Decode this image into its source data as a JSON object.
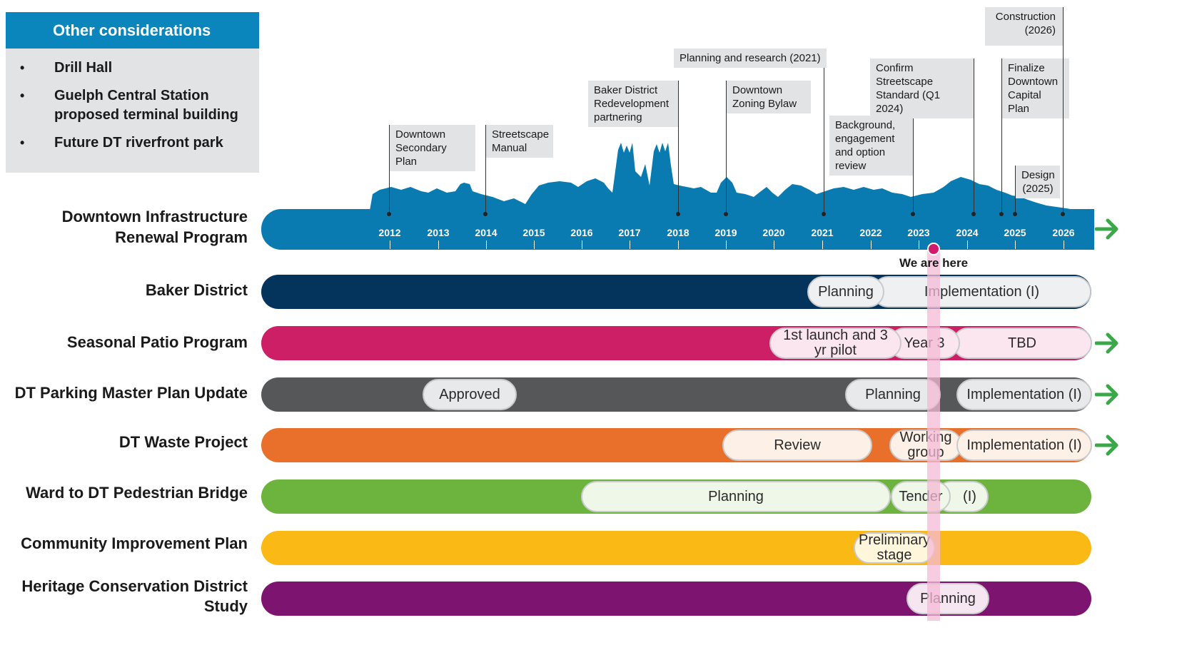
{
  "other_considerations": {
    "title": "Other considerations",
    "items": [
      "Drill Hall",
      "Guelph Central Station proposed terminal building",
      "Future DT riverfront park"
    ]
  },
  "timeline": {
    "label": "Downtown Infrastructure Renewal Program",
    "years": [
      "2012",
      "2013",
      "2014",
      "2015",
      "2016",
      "2017",
      "2018",
      "2019",
      "2020",
      "2021",
      "2022",
      "2023",
      "2024",
      "2025",
      "2026"
    ],
    "milestones": [
      {
        "text": "Downtown Secondary Plan"
      },
      {
        "text": "Streetscape Manual"
      },
      {
        "text": "Baker District Redevelopment partnering"
      },
      {
        "text": "Downtown Zoning Bylaw"
      },
      {
        "text": "Planning and research (2021)"
      },
      {
        "text": "Background, engagement and option review"
      },
      {
        "text": "Confirm Streetscape Standard (Q1 2024)"
      },
      {
        "text": "Finalize Downtown Capital Plan"
      },
      {
        "text": "Design (2025)"
      },
      {
        "text": "Construction (2026)"
      }
    ],
    "we_are_here": "We are here"
  },
  "programs": [
    {
      "label": "Baker District",
      "color": "#04335c",
      "phases": [
        "Planning",
        "Implementation (I)"
      ]
    },
    {
      "label": "Seasonal Patio Program",
      "color": "#cc1f66",
      "phases": [
        "1st launch and 3 yr pilot",
        "Year 3",
        "TBD"
      ],
      "continues": true
    },
    {
      "label": "DT Parking Master Plan Update",
      "color": "#555759",
      "phases": [
        "Approved",
        "Planning",
        "Implementation (I)"
      ],
      "continues": true
    },
    {
      "label": "DT Waste Project",
      "color": "#e8702a",
      "phases": [
        "Review",
        "Working group",
        "Implementation (I)"
      ],
      "continues": true
    },
    {
      "label": "Ward to DT Pedestrian Bridge",
      "color": "#6db43f",
      "phases": [
        "Planning",
        "Tender",
        "(I)"
      ]
    },
    {
      "label": "Community Improvement Plan",
      "color": "#fbb915",
      "phases": [
        "Preliminary stage"
      ]
    },
    {
      "label": "Heritage Conservation District Study",
      "color": "#7d1470",
      "phases": [
        "Planning"
      ]
    }
  ],
  "arrow_color": "#3aa848"
}
